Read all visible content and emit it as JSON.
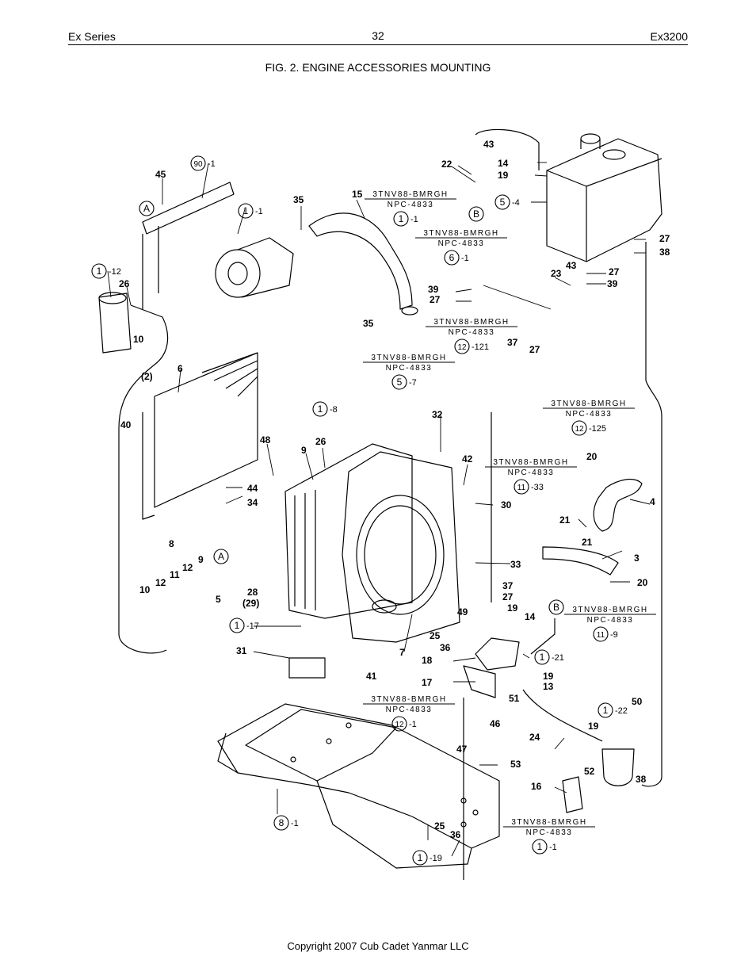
{
  "header": {
    "left": "Ex Series",
    "page_number": "32",
    "right": "Ex3200"
  },
  "figure": {
    "title": "FIG. 2. ENGINE ACCESSORIES MOUNTING",
    "part_numbers": [
      "1",
      "2",
      "3",
      "4",
      "5",
      "6",
      "7",
      "8",
      "9",
      "10",
      "11",
      "12",
      "13",
      "14",
      "15",
      "16",
      "17",
      "18",
      "19",
      "20",
      "21",
      "22",
      "23",
      "24",
      "25",
      "26",
      "27",
      "28",
      "29",
      "30",
      "31",
      "32",
      "33",
      "34",
      "35",
      "36",
      "37",
      "38",
      "39",
      "40",
      "41",
      "42",
      "43",
      "44",
      "45",
      "46",
      "47",
      "48",
      "49",
      "50",
      "51",
      "52",
      "53"
    ],
    "callouts": [
      {
        "n": "90",
        "s": "-1"
      },
      {
        "n": "1",
        "s": "-1"
      },
      {
        "n": "1",
        "s": "-12"
      },
      {
        "n": "5",
        "s": "-4"
      },
      {
        "n": "1",
        "s": "-8"
      },
      {
        "n": "1",
        "s": "-17"
      },
      {
        "n": "1",
        "s": "-21"
      },
      {
        "n": "1",
        "s": "-22"
      },
      {
        "n": "8",
        "s": "-1"
      },
      {
        "n": "1",
        "s": "-19"
      }
    ],
    "refs": [
      {
        "model": "3TNV88-BMRGH",
        "code": "NPC-4833",
        "n": "1",
        "s": "-1"
      },
      {
        "model": "3TNV88-BMRGH",
        "code": "NPC-4833",
        "n": "6",
        "s": "-1"
      },
      {
        "model": "3TNV88-BMRGH",
        "code": "NPC-4833",
        "n": "12",
        "s": "-121"
      },
      {
        "model": "3TNV88-BMRGH",
        "code": "NPC-4833",
        "n": "5",
        "s": "-7"
      },
      {
        "model": "3TNV88-BMRGH",
        "code": "NPC-4833",
        "n": "12",
        "s": "-125"
      },
      {
        "model": "3TNV88-BMRGH",
        "code": "NPC-4833",
        "n": "11",
        "s": "-33"
      },
      {
        "model": "3TNV88-BMRGH",
        "code": "NPC-4833",
        "n": "11",
        "s": "-9"
      },
      {
        "model": "3TNV88-BMRGH",
        "code": "NPC-4833",
        "n": "12",
        "s": "-1"
      },
      {
        "model": "3TNV88-BMRGH",
        "code": "NPC-4833",
        "n": "1",
        "s": "-1"
      }
    ],
    "markers": [
      "A",
      "B"
    ],
    "paren_labels": [
      "(2)",
      "(29)"
    ]
  },
  "footer": {
    "copyright": "Copyright 2007 Cub Cadet Yanmar LLC"
  }
}
